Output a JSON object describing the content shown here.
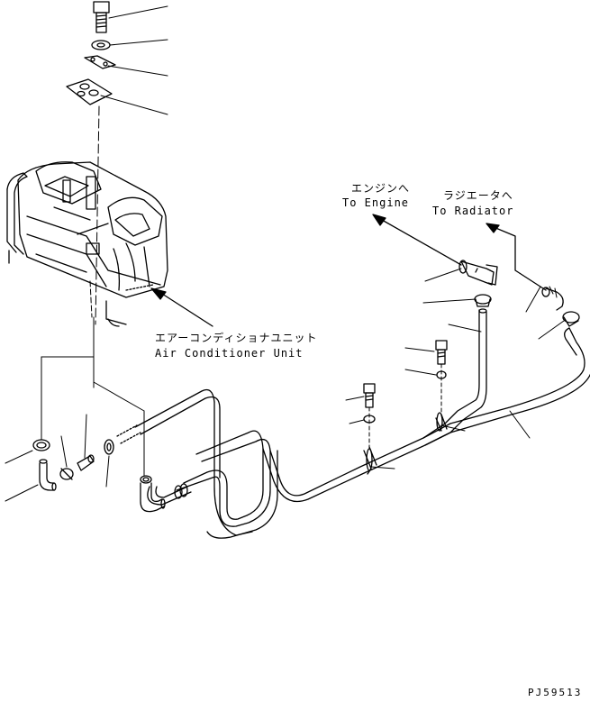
{
  "labels": {
    "engine_ja": "エンジンへ",
    "engine_en": "To Engine",
    "radiator_ja": "ラジエータへ",
    "radiator_en": "To Radiator",
    "aircon_ja": "エアーコンディショナユニット",
    "aircon_en": "Air Conditioner Unit",
    "drawing_code": "PJ59513"
  },
  "icons": {
    "arrow": "arrow-icon"
  }
}
